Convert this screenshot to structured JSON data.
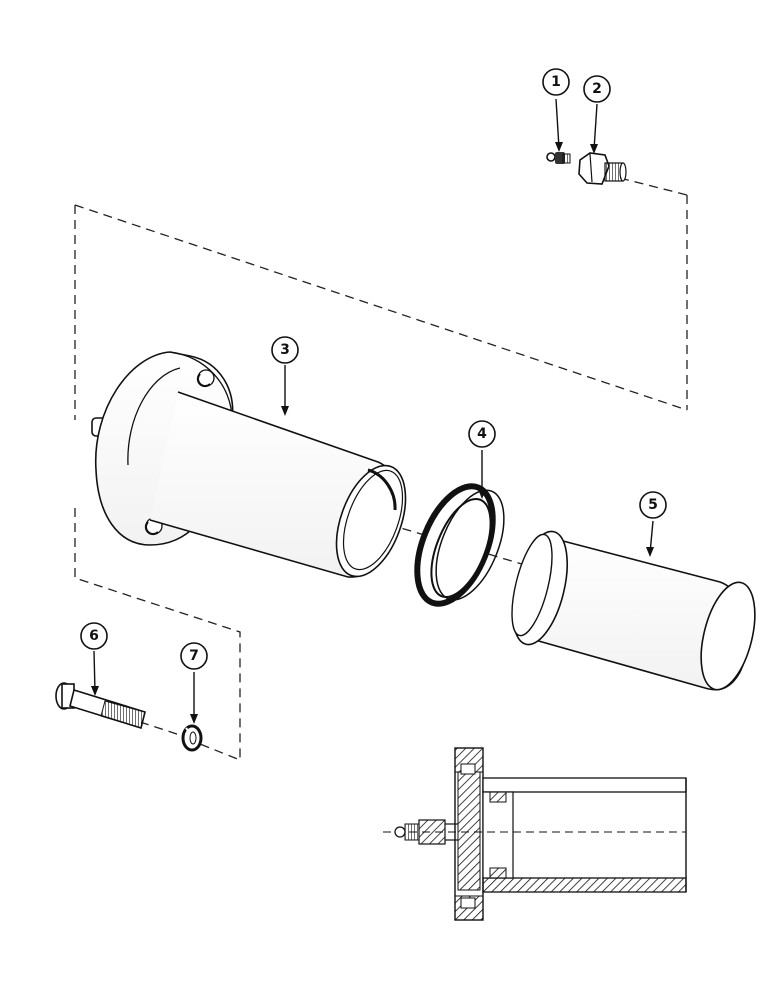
{
  "diagram": {
    "ink_color": "#111111",
    "background_color": "#ffffff",
    "callouts": [
      {
        "id": "1",
        "label": "1"
      },
      {
        "id": "2",
        "label": "2"
      },
      {
        "id": "3",
        "label": "3"
      },
      {
        "id": "4",
        "label": "4"
      },
      {
        "id": "5",
        "label": "5"
      },
      {
        "id": "6",
        "label": "6"
      },
      {
        "id": "7",
        "label": "7"
      }
    ],
    "parts": [
      {
        "callout": "1",
        "icon": "grease-fitting-icon"
      },
      {
        "callout": "2",
        "icon": "adapter-fitting-icon"
      },
      {
        "callout": "3",
        "icon": "flanged-housing-icon"
      },
      {
        "callout": "4",
        "icon": "seal-ring-icon"
      },
      {
        "callout": "5",
        "icon": "sleeve-cylinder-icon"
      },
      {
        "callout": "6",
        "icon": "cap-screw-icon"
      },
      {
        "callout": "7",
        "icon": "lock-washer-icon"
      }
    ]
  }
}
